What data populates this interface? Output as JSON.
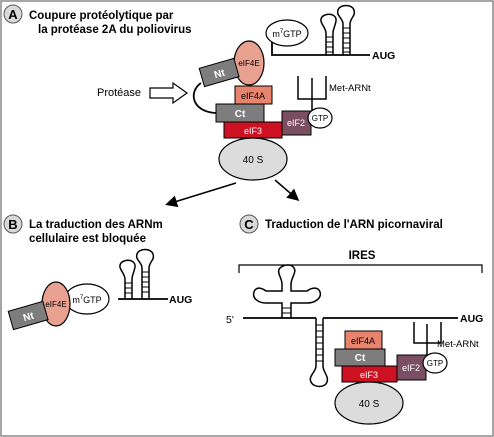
{
  "colors": {
    "border": "#888888",
    "nt_box": "#7d7d7d",
    "ct_box": "#7d7d7d",
    "eif4e": "#e8a090",
    "eif4a": "#e8836e",
    "eif3": "#cc1122",
    "eif2": "#7a4f62",
    "ribosome": "#dcdcdc",
    "line": "#000000"
  },
  "panels": {
    "a": {
      "badge": "A",
      "title_line1": "Coupure protéolytique par",
      "title_line2": "la protéase 2A du poliovirus",
      "protease_label": "Protéase",
      "nt": "Nt",
      "eif4e": "eIF4E",
      "m7gtp": "m7GTP",
      "eif4a": "eIF4A",
      "ct": "Ct",
      "eif3": "eIF3",
      "eif2": "eIF2",
      "gtp": "GTP",
      "met_arnt": "Met-ARNt",
      "ribosome": "40 S",
      "aug": "AUG"
    },
    "b": {
      "badge": "B",
      "title_line1": "La traduction des ARNm",
      "title_line2": "cellulaire est bloquée",
      "nt": "Nt",
      "eif4e": "eIF4E",
      "m7gtp": "m7GTP",
      "aug": "AUG"
    },
    "c": {
      "badge": "C",
      "title_line1": "Traduction de l'ARN picornaviral",
      "ires": "IRES",
      "five_prime": "5'",
      "aug": "AUG",
      "eif4a": "eIF4A",
      "ct": "Ct",
      "eif3": "eIF3",
      "eif2": "eIF2",
      "gtp": "GTP",
      "met_arnt": "Met-ARNt",
      "ribosome": "40 S"
    }
  }
}
